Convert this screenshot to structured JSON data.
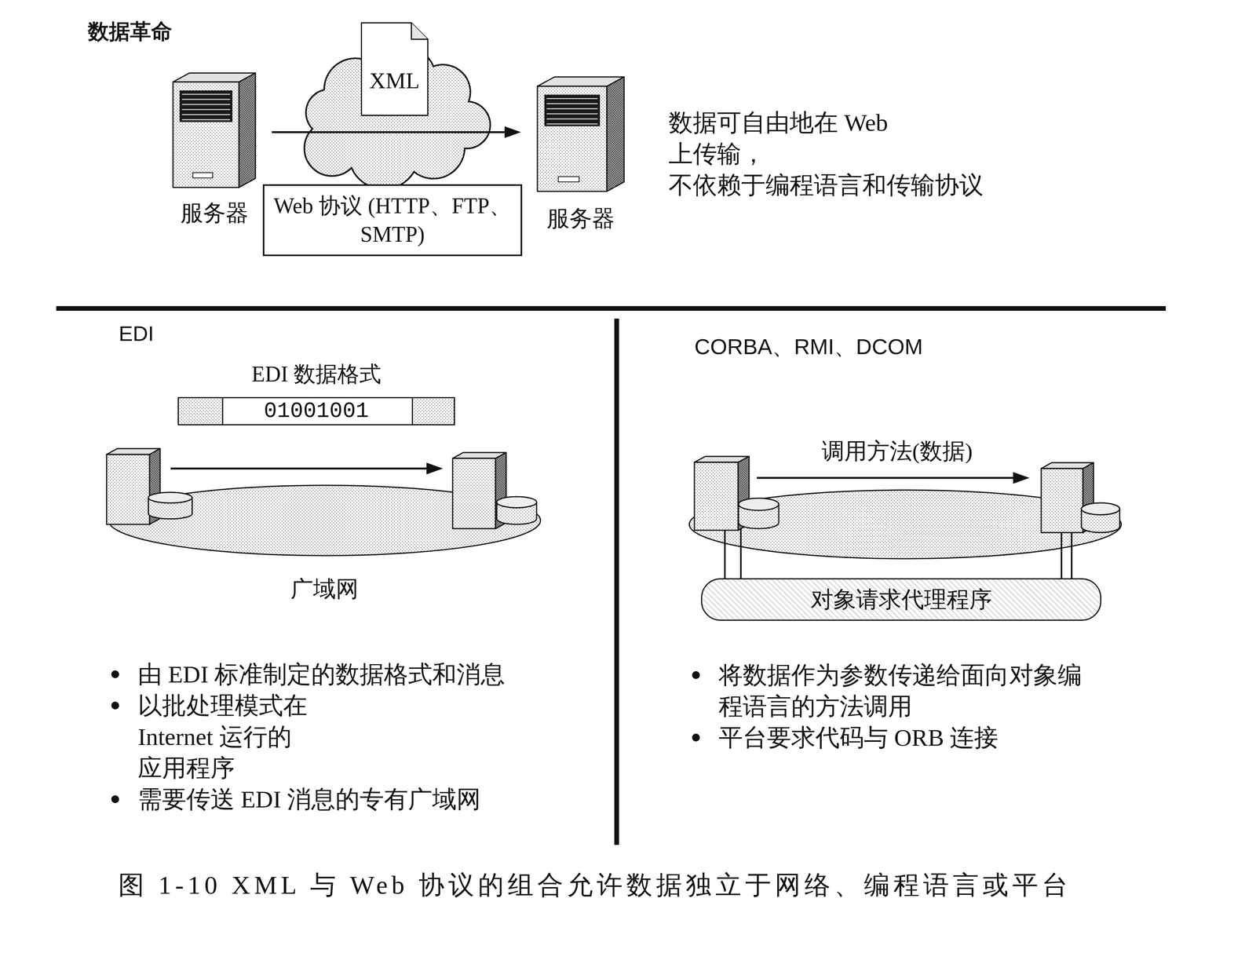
{
  "diagram": {
    "caption": "图 1-10 XML 与 Web 协议的组合允许数据独立于网络、编程语言或平台",
    "nodes": [
      {
        "text": [
          "服务器"
        ]
      },
      {
        "text": [
          "XML"
        ]
      },
      {
        "text": [
          "Web 协议 (HTTP、FTP、SMTP)"
        ]
      },
      {
        "text": [
          "服务器"
        ]
      },
      {
        "text": [
          "EDI 数据格式",
          "01001001"
        ]
      },
      {
        "text": [
          "广域网"
        ]
      },
      {
        "text": [
          "对象请求代理程序"
        ]
      }
    ],
    "edges": [
      {
        "from": 0,
        "to": 3,
        "arrow": "to"
      }
    ],
    "labels": [
      "数据革命",
      "数据可自由地在 Web 上传输， 不依赖于编程语言和传输协议",
      "EDI",
      "由 EDI 标准制定的数据格式和消息",
      "以批处理模式在 Internet 运行的 应用程序",
      "需要传送 EDI 消息的专有广域网",
      "CORBA、RMI、DCOM",
      "调用方法(数据)",
      "将数据作为参数传递给面向对象编 程语言的方法调用",
      "平台要求代码与 ORB 连接"
    ]
  }
}
